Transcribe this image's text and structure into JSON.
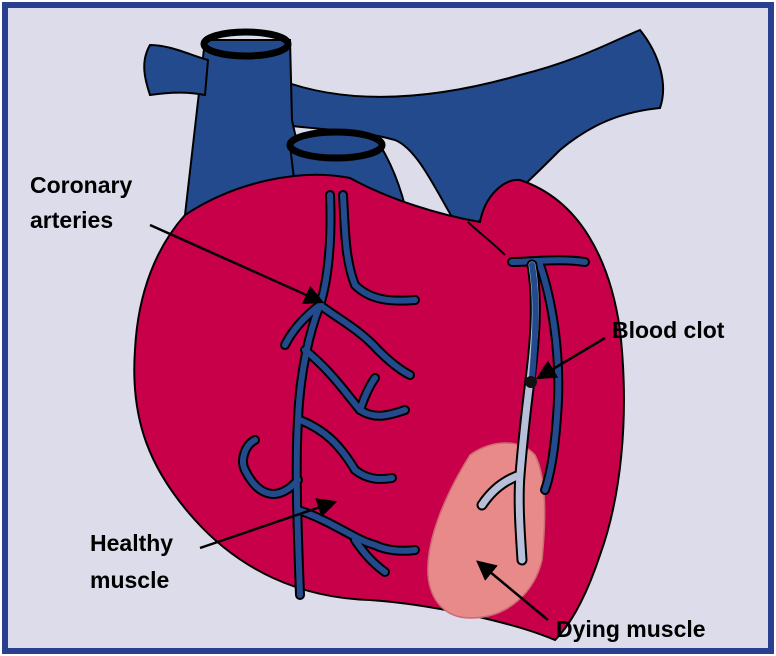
{
  "colors": {
    "frame_border": "#2b3f8f",
    "background": "#dcdcea",
    "heart": "#c8004a",
    "vessel": "#234a8c",
    "blocked_artery": "#b8bfd8",
    "dying_muscle": "#e88a8a",
    "clot": "#111111"
  },
  "labels": {
    "coronary_line1": "Coronary",
    "coronary_line2": "arteries",
    "blood_clot": "Blood clot",
    "healthy_line1": "Healthy",
    "healthy_line2": "muscle",
    "dying": "Dying muscle"
  }
}
